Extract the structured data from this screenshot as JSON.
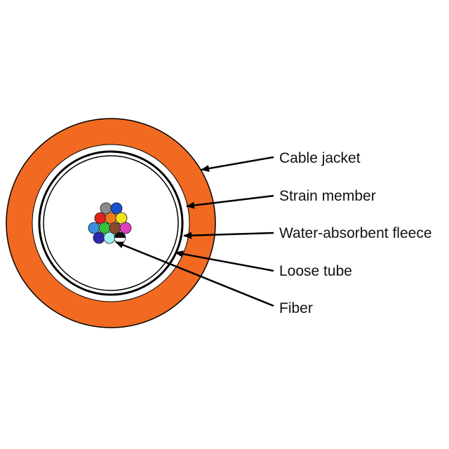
{
  "diagram": {
    "colors": {
      "jacket": "#F26A21",
      "outline": "#000000",
      "fleece": "#ffffff",
      "arrow": "#000000"
    },
    "labels": {
      "cable_jacket": "Cable jacket",
      "strain_member": "Strain member",
      "water_absorbent_fleece": "Water-absorbent fleece",
      "loose_tube": "Loose tube",
      "fiber": "Fiber"
    },
    "fiber_colors": [
      "#8a8a8a",
      "#1a4fd0",
      "#e02020",
      "#f07a1a",
      "#f2e21a",
      "#3a8fe0",
      "#35c23a",
      "#8b4a2a",
      "#e040c0",
      "#2a2ab0",
      "#a0f0f0",
      "#ffffff"
    ]
  }
}
